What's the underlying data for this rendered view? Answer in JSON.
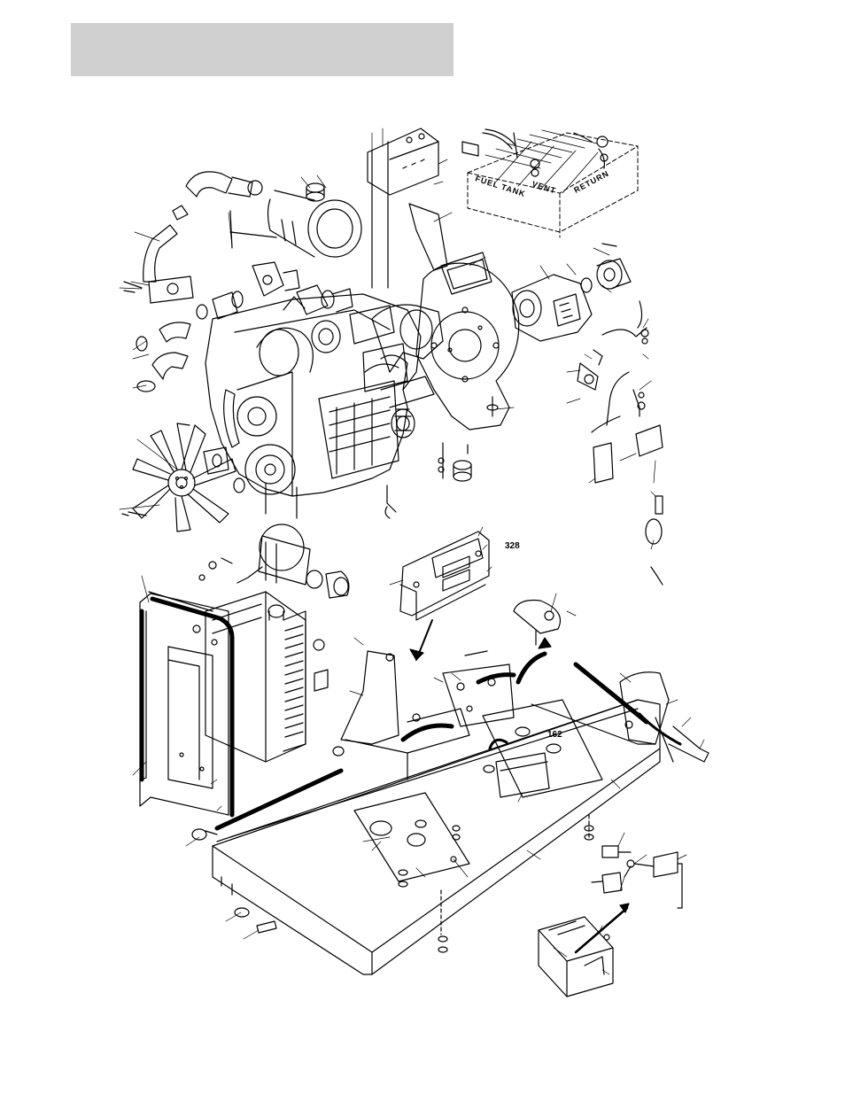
{
  "header": {
    "title": ""
  },
  "diagram": {
    "callouts": {
      "ref_328": "328",
      "ref_162": "162"
    },
    "fuel_tank": {
      "label": "FUEL TANK",
      "vent_label": "VENT",
      "return_label": "RETURN"
    }
  }
}
